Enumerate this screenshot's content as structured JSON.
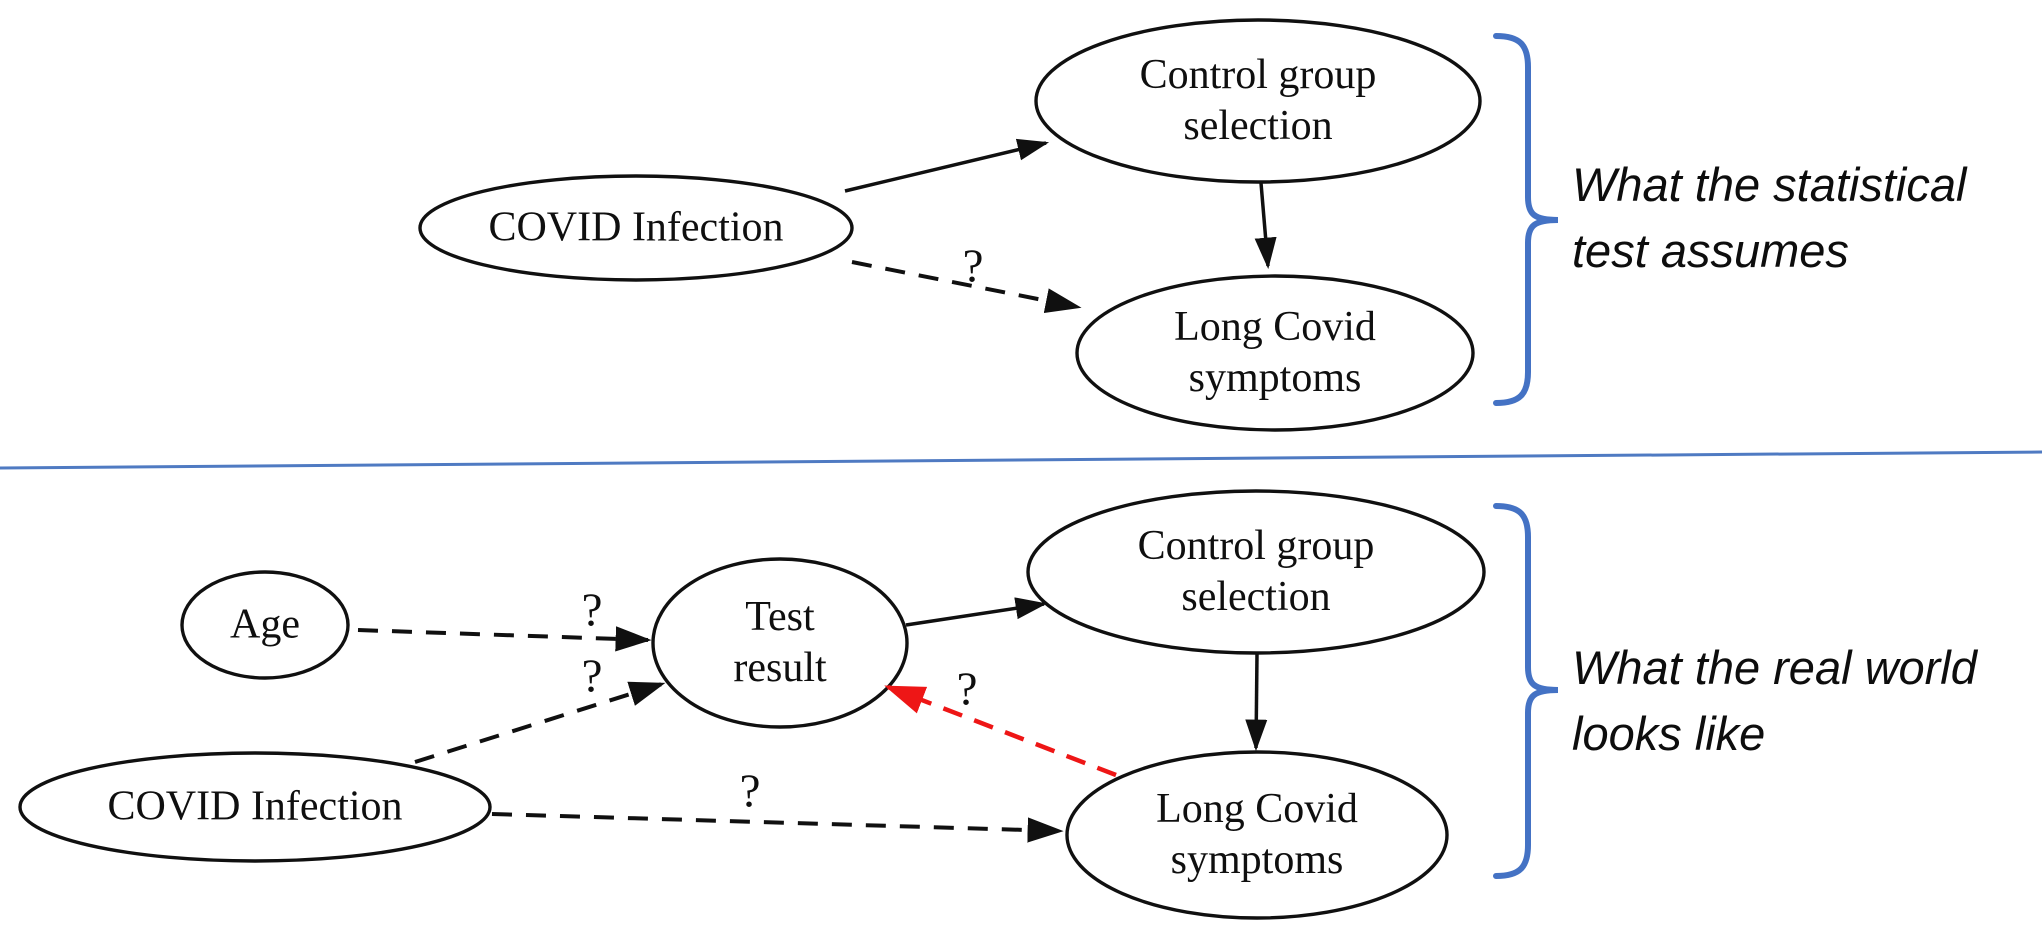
{
  "colors": {
    "node_stroke": "#101010",
    "arrow_black": "#101010",
    "arrow_red": "#ee1616",
    "brace_blue": "#4472c4",
    "divider_blue": "#4f7ac2",
    "text_black": "#0d0d0d"
  },
  "top_panel": {
    "caption": {
      "line1": "What the statistical",
      "line2": "test assumes"
    },
    "nodes": {
      "covid": {
        "label": "COVID Infection"
      },
      "control": {
        "line1": "Control group",
        "line2": "selection"
      },
      "long_covid": {
        "line1": "Long Covid",
        "line2": "symptoms"
      }
    },
    "edges": {
      "covid_to_long_covid": {
        "label": "?"
      }
    }
  },
  "bottom_panel": {
    "caption": {
      "line1": "What the real world",
      "line2": "looks like"
    },
    "nodes": {
      "age": {
        "label": "Age"
      },
      "covid": {
        "label": "COVID Infection"
      },
      "test": {
        "line1": "Test",
        "line2": "result"
      },
      "control": {
        "line1": "Control group",
        "line2": "selection"
      },
      "long_covid": {
        "line1": "Long Covid",
        "line2": "symptoms"
      }
    },
    "edges": {
      "age_to_test": {
        "label": "?"
      },
      "covid_to_test": {
        "label": "?"
      },
      "long_covid_to_test": {
        "label": "?"
      },
      "covid_to_long_covid": {
        "label": "?"
      }
    }
  }
}
